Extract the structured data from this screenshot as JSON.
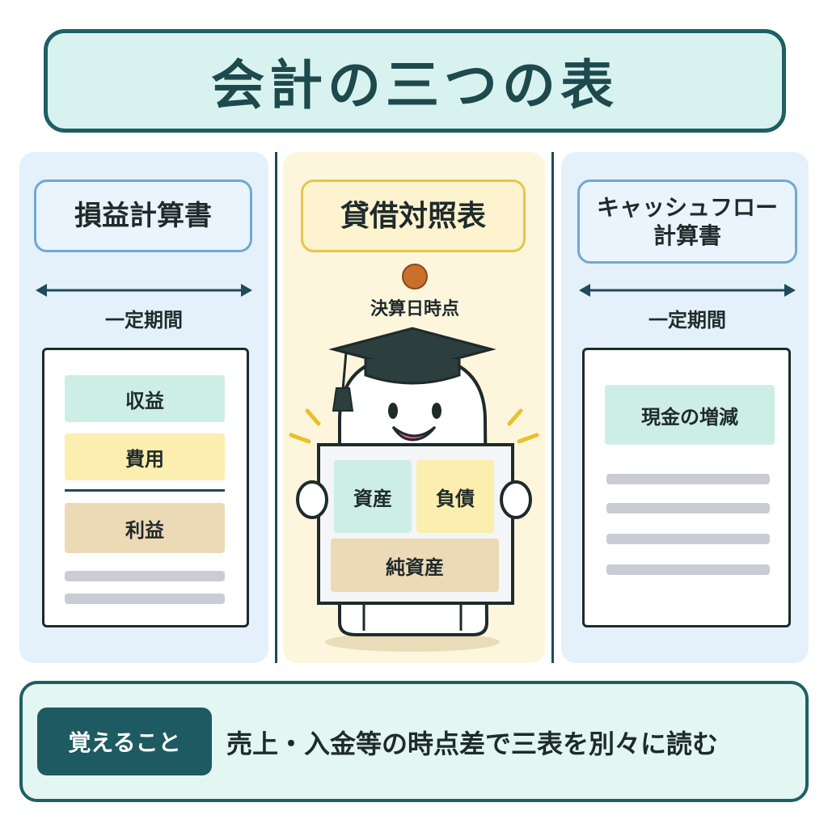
{
  "title": "会計の三つの表",
  "statements": {
    "income": {
      "title": "損益計算書",
      "period": "一定期間",
      "items": [
        "収益",
        "費用",
        "利益"
      ]
    },
    "balance": {
      "title": "貸借対照表",
      "point": "決算日時点",
      "items": [
        "資産",
        "負債",
        "純資産"
      ]
    },
    "cashflow": {
      "title_line1": "キャッシュフロー",
      "title_line2": "計算書",
      "period": "一定期間",
      "item": "現金の増減"
    }
  },
  "memo": {
    "label": "覚えること",
    "text": "売上・入金等の時点差で三表を別々に読む"
  },
  "colors": {
    "primary": "#1e5f64",
    "teal": "#cdeee6",
    "yellow": "#fbeeae",
    "tan": "#ecd9b6",
    "blue_bg": "#e4f1fb",
    "cream_bg": "#fdf6dd"
  }
}
